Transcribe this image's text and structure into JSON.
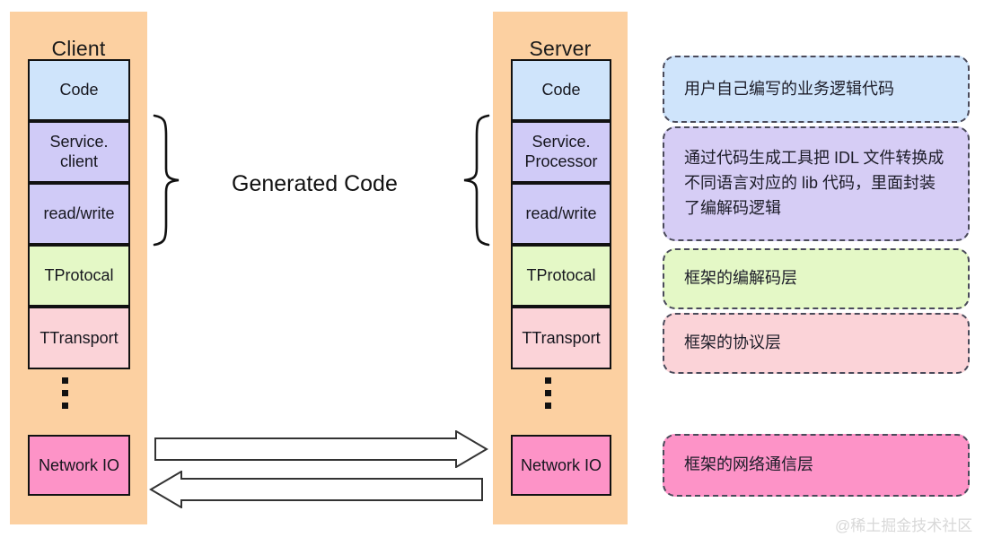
{
  "diagram": {
    "title_hidden": "",
    "columns": [
      {
        "name": "client",
        "title": "Client",
        "layers": [
          {
            "label": "Code",
            "color": "#cfe4fb"
          },
          {
            "label": "Service.\nclient",
            "color": "#d0cbf7"
          },
          {
            "label": "read/write",
            "color": "#d0cbf7"
          },
          {
            "label": "TProtocal",
            "color": "#e4f8c6"
          },
          {
            "label": "TTransport",
            "color": "#fbd3d8"
          }
        ],
        "ellipsis": "⋮",
        "bottom_layer": {
          "label": "Network IO",
          "color": "#fd93c7"
        }
      },
      {
        "name": "server",
        "title": "Server",
        "layers": [
          {
            "label": "Code",
            "color": "#cfe4fb"
          },
          {
            "label": "Service.\nProcessor",
            "color": "#d0cbf7"
          },
          {
            "label": "read/write",
            "color": "#d0cbf7"
          },
          {
            "label": "TProtocal",
            "color": "#e4f8c6"
          },
          {
            "label": "TTransport",
            "color": "#fbd3d8"
          }
        ],
        "ellipsis": "⋮",
        "bottom_layer": {
          "label": "Network IO",
          "color": "#fd93c7"
        }
      }
    ],
    "center_label": "Generated Code",
    "arrows": [
      {
        "name": "request-arrow",
        "direction": "right"
      },
      {
        "name": "response-arrow",
        "direction": "left"
      }
    ],
    "legend": [
      {
        "name": "legend-code",
        "text": "用户自己编写的业务逻辑代码",
        "color": "#cfe4fb"
      },
      {
        "name": "legend-generated",
        "text": "通过代码生成工具把 IDL 文件转换成不同语言对应的 lib 代码，里面封装了编解码逻辑",
        "color": "#d6cdf5"
      },
      {
        "name": "legend-protocol",
        "text": "框架的编解码层",
        "color": "#e4f8c6"
      },
      {
        "name": "legend-transport",
        "text": "框架的协议层",
        "color": "#fbd3d8"
      },
      {
        "name": "legend-network",
        "text": "框架的网络通信层",
        "color": "#fd93c7"
      }
    ],
    "watermark": "@稀土掘金技术社区",
    "panel_color": "#fcd0a1",
    "stroke_color": "#111111"
  }
}
